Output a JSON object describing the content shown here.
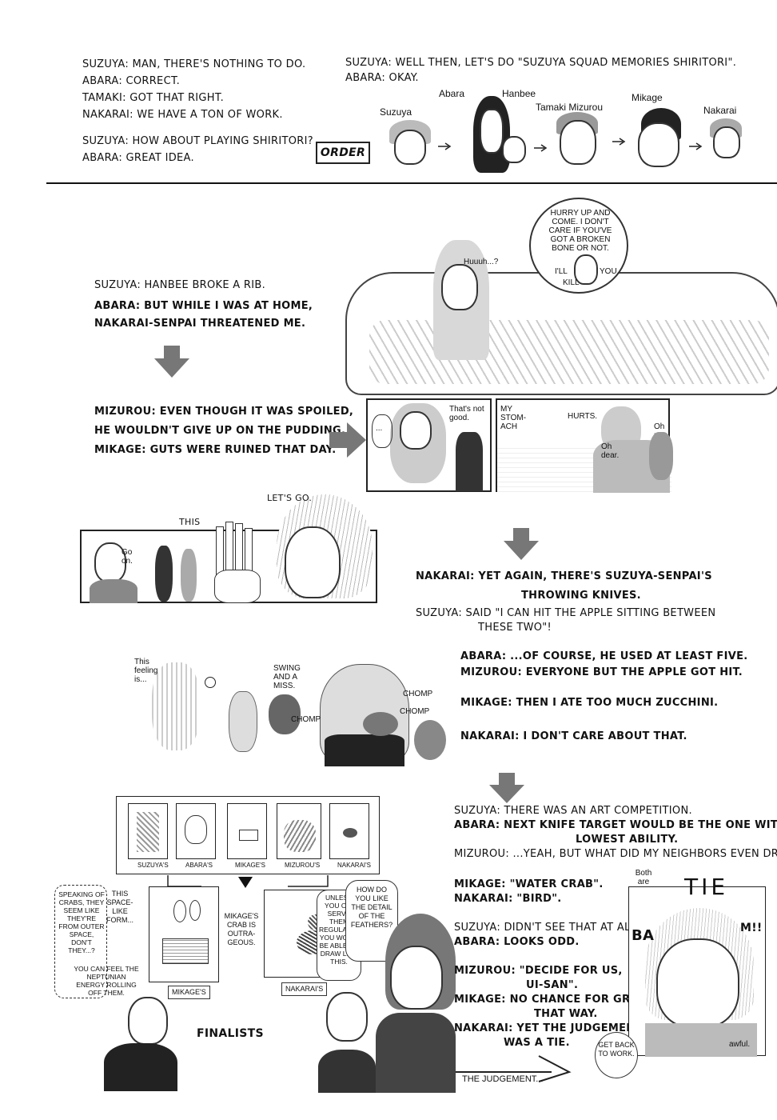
{
  "top": {
    "left_dialogue": [
      "SUZUYA: MAN, THERE'S NOTHING TO DO.",
      "ABARA: CORRECT.",
      "TAMAKI: GOT THAT RIGHT.",
      "NAKARAI: WE HAVE A TON OF WORK.",
      "SUZUYA: HOW ABOUT PLAYING SHIRITORI?",
      "ABARA: GREAT IDEA."
    ],
    "right_dialogue": [
      "SUZUYA: WELL THEN, LET'S DO \"SUZUYA SQUAD MEMORIES SHIRITORI\".",
      "ABARA: OKAY."
    ],
    "order_label": "ORDER",
    "names": [
      "Suzuya",
      "Abara",
      "Hanbee",
      "Tamaki Mizurou",
      "Mikage",
      "Nakarai"
    ]
  },
  "section1": {
    "lines": [
      "SUZUYA: HANBEE BROKE A RIB.",
      "ABARA: BUT WHILE I WAS AT HOME,",
      "NAKARAI-SENPAI THREATENED ME."
    ],
    "bubble": "HURRY UP AND COME. I DON'T CARE IF YOU'VE GOT A BROKEN BONE OR NOT.",
    "ill": "I'LL",
    "kill": "KILL",
    "you": "YOU.",
    "huuuh": "Huuuh...?"
  },
  "section2": {
    "lines": [
      "MIZUROU: EVEN THOUGH IT WAS SPOILED,",
      "HE WOULDN'T GIVE UP ON THE PUDDING.",
      "MIKAGE: GUTS WERE RUINED THAT DAY."
    ],
    "dots": "...",
    "thats_not_good": "That's not good.",
    "my_stomach": "MY STOM- ACH",
    "hurts": "HURTS.",
    "oh_dear": "Oh dear.",
    "oh_my": "Oh my."
  },
  "section3": {
    "go_on": "Go on.",
    "this": "THIS",
    "lets_go": "LET'S GO.",
    "lines": [
      "NAKARAI: YET AGAIN, THERE'S SUZUYA-SENPAI'S",
      "THROWING KNIVES.",
      "SUZUYA: SAID \"I CAN HIT THE APPLE SITTING BETWEEN",
      "THESE TWO\"!"
    ]
  },
  "section4": {
    "this_feeling": "This feeling is...",
    "swing": "SWING AND A MISS.",
    "chomp": "CHOMP",
    "lines": [
      "ABARA: ...OF COURSE, HE USED AT LEAST FIVE.",
      "MIZUROU: EVERYONE BUT THE APPLE GOT HIT.",
      "MIKAGE: THEN I ATE TOO MUCH ZUCCHINI.",
      "NAKARAI: I DON'T CARE ABOUT THAT."
    ]
  },
  "section5": {
    "gallery_labels": [
      "SUZUYA'S",
      "ABARA'S",
      "MIKAGE'S",
      "MIZUROU'S",
      "NAKARAI'S"
    ],
    "mikage_label": "MIKAGE'S",
    "nakarai_label": "NAKARAI'S",
    "speaking": "SPEAKING OF CRABS, THEY SEEM LIKE THEY'RE FROM OUTER SPACE, DON'T THEY...?",
    "this_space": "THIS SPACE- LIKE FORM...",
    "neptunian": "YOU CAN FEEL THE NEPTUNIAN ENERGY ROLLING OFF THEM.",
    "crab_outrageous": "MIKAGE'S CRAB IS OUTRA- GEOUS.",
    "unless": "UNLESS YOU OB- SERVE THEM REGULARLY, YOU WON'T BE ABLE TO DRAW LIKE THIS.",
    "how_do": "HOW DO YOU LIKE THE DETAIL OF THE FEATHERS?",
    "finalists": "FINALISTS",
    "lines": [
      "SUZUYA: THERE WAS AN ART COMPETITION.",
      "ABARA: NEXT KNIFE TARGET WOULD BE THE ONE WITH THE",
      "LOWEST ABILITY.",
      "MIZUROU: ...YEAH, BUT WHAT DID MY NEIGHBORS EVEN DRAW?",
      "MIKAGE: \"WATER CRAB\".",
      "NAKARAI: \"BIRD\".",
      "SUZUYA: DIDN'T SEE THAT AT ALL.",
      "ABARA: LOOKS ODD.",
      "MIZUROU: \"DECIDE FOR US,",
      "UI-SAN\".",
      "MIKAGE: NO CHANCE FOR GRUDGES",
      "THAT WAY.",
      "NAKARAI: YET THE JUDGEMENT",
      "WAS A TIE."
    ],
    "both_are": "Both are",
    "tie": "TIE",
    "ba": "BA",
    "m": "M!!",
    "awful": "awful.",
    "get_back": "GET BACK TO WORK.",
    "judgement": "THE JUDGEMENT..."
  }
}
